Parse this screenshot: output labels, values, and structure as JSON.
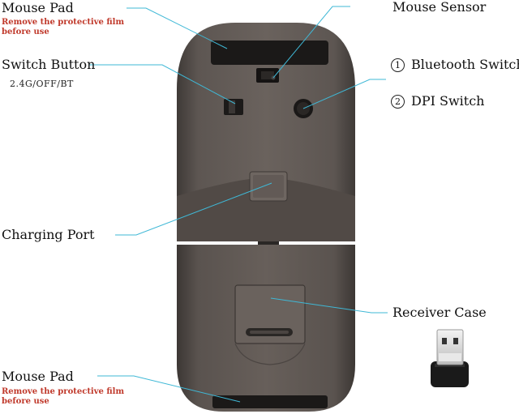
{
  "labels": {
    "mouse_pad_top": "Mouse Pad",
    "mouse_pad_top_note_1": "Remove the protective film",
    "mouse_pad_top_note_2": "before use",
    "switch_button": "Switch Button",
    "switch_modes": "2.4G/OFF/BT",
    "charging_port": "Charging Port",
    "mouse_pad_bottom": "Mouse Pad",
    "mouse_pad_bottom_note_1": "Remove the protective film",
    "mouse_pad_bottom_note_2": "before use",
    "mouse_sensor": "Mouse Sensor",
    "bluetooth_switch_num": "1",
    "bluetooth_switch": "Bluetooth Switch",
    "dpi_switch_num": "2",
    "dpi_switch": "DPI Switch",
    "receiver_case": "Receiver Case"
  },
  "colors": {
    "leader_line": "#3fb8d6",
    "note_text": "#c0392b",
    "body": "#5b5450",
    "pad": "#1b1918"
  }
}
